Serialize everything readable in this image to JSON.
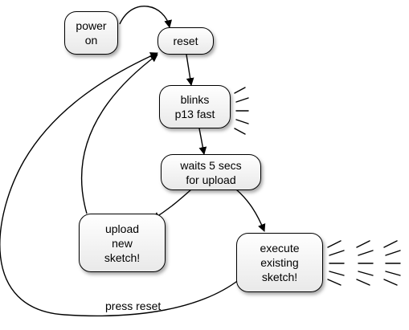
{
  "diagram": {
    "nodes": [
      {
        "id": "power-on",
        "label": "power\non"
      },
      {
        "id": "reset",
        "label": "reset"
      },
      {
        "id": "blinks",
        "label": "blinks\np13 fast"
      },
      {
        "id": "waits",
        "label": "waits 5 secs\nfor upload"
      },
      {
        "id": "upload",
        "label": "upload\nnew\nsketch!"
      },
      {
        "id": "execute",
        "label": "execute\nexisting\nsketch!"
      }
    ],
    "edges": [
      {
        "from": "power-on",
        "to": "reset"
      },
      {
        "from": "reset",
        "to": "blinks"
      },
      {
        "from": "blinks",
        "to": "waits"
      },
      {
        "from": "waits",
        "to": "upload"
      },
      {
        "from": "waits",
        "to": "execute"
      },
      {
        "from": "upload",
        "to": "reset"
      },
      {
        "from": "execute",
        "to": "reset",
        "label": "press reset"
      }
    ]
  }
}
